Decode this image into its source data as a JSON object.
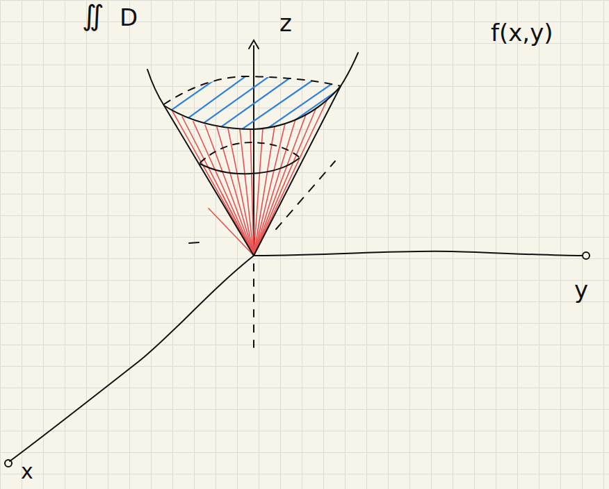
{
  "diagram": {
    "labels": [
      "∬",
      "D",
      "z",
      "y",
      "x",
      "f(x,y)"
    ]
  }
}
